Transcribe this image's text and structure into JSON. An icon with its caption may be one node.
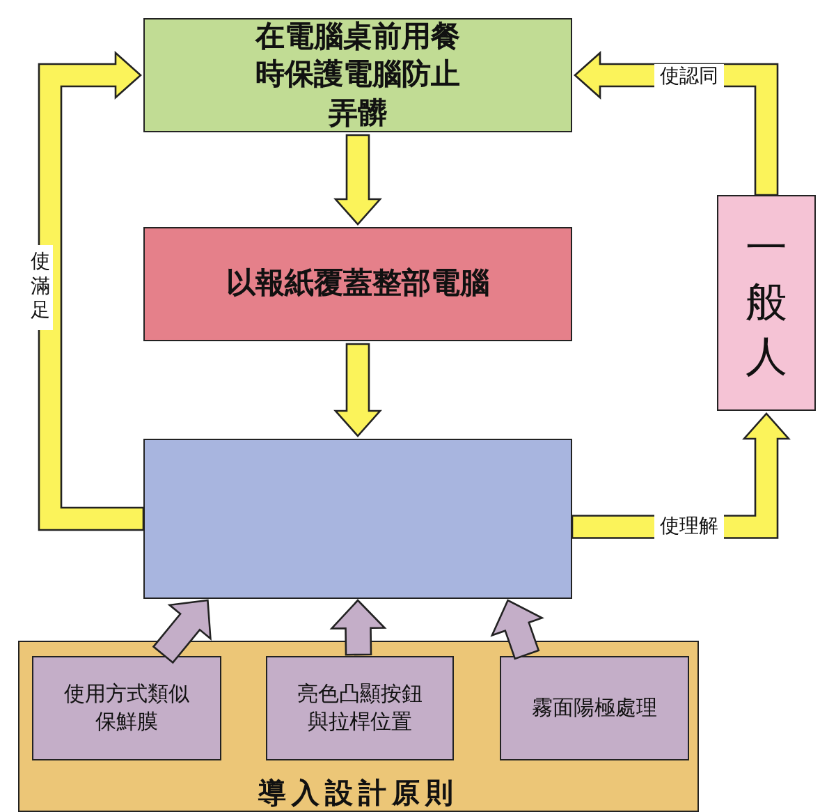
{
  "diagram": {
    "nodes": [
      {
        "text": [
          "在電腦桌前用餐時保護電腦防止弄髒"
        ]
      },
      {
        "text": [
          "以報紙覆蓋整部電腦"
        ]
      },
      {
        "text": [],
        "shape": "box"
      },
      {
        "text": [
          "一般人"
        ]
      },
      {
        "text": [
          "導入設計原則"
        ]
      },
      {
        "text": [
          "使用方式類似保鮮膜"
        ],
        "in": 4
      },
      {
        "text": [
          "亮色凸顯按鈕與拉桿位置"
        ],
        "in": 4
      },
      {
        "text": [
          "霧面陽極處理"
        ],
        "in": 4
      }
    ],
    "edges": [
      {
        "from": 0,
        "to": 1,
        "arrow": "to"
      },
      {
        "from": 1,
        "to": 2,
        "arrow": "to"
      },
      {
        "from": 2,
        "to": 0,
        "arrow": "to",
        "label": "使滿足"
      },
      {
        "from": 3,
        "to": 0,
        "arrow": "to",
        "label": "使認同"
      },
      {
        "from": 2,
        "to": 3,
        "arrow": "to",
        "label": "使理解"
      },
      {
        "from": 5,
        "to": 2,
        "arrow": "to",
        "color": "#c4aec8"
      },
      {
        "from": 6,
        "to": 2,
        "arrow": "to",
        "color": "#c4aec8"
      },
      {
        "from": 7,
        "to": 2,
        "arrow": "to",
        "color": "#c4aec8"
      }
    ]
  }
}
